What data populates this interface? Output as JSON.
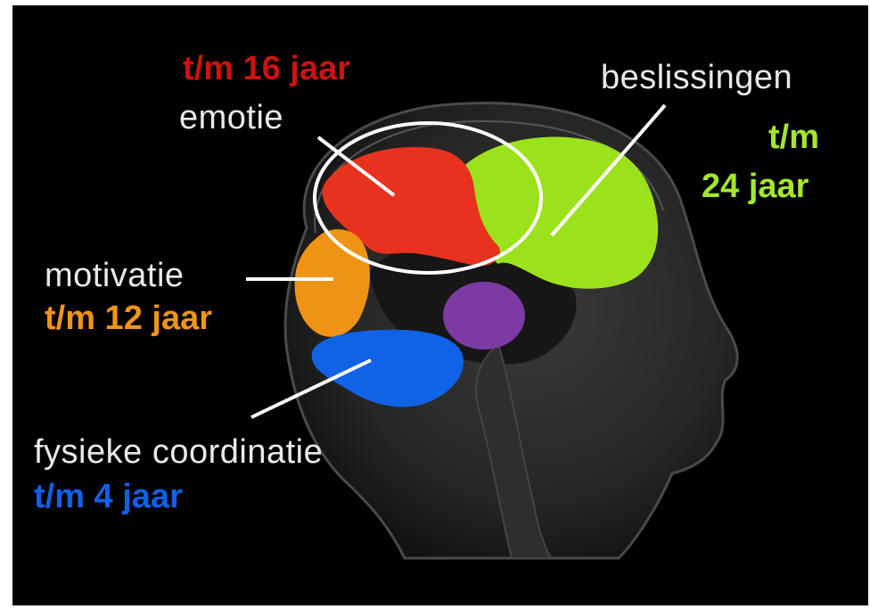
{
  "regions": {
    "emotion": {
      "label": "emotie",
      "age": "t/m 16 jaar",
      "color": "#e8321e",
      "age_color": "#cc1212"
    },
    "decisions": {
      "label": "beslissingen",
      "age_line1": "t/m",
      "age_line2": "24 jaar",
      "color": "#9be21c",
      "age_color": "#a4e62c"
    },
    "motivation": {
      "label": "motivatie",
      "age": "t/m 12 jaar",
      "color": "#ef9314",
      "age_color": "#f0941a"
    },
    "coordination": {
      "label": "fysieke coordinatie",
      "age": "t/m 4 jaar",
      "color": "#1062e6",
      "age_color": "#1260e8"
    },
    "center": {
      "color": "#7d3aa4"
    }
  },
  "colors": {
    "background": "#000000",
    "label_white": "#e9e9e9",
    "highlight_ring": "#ffffff"
  }
}
